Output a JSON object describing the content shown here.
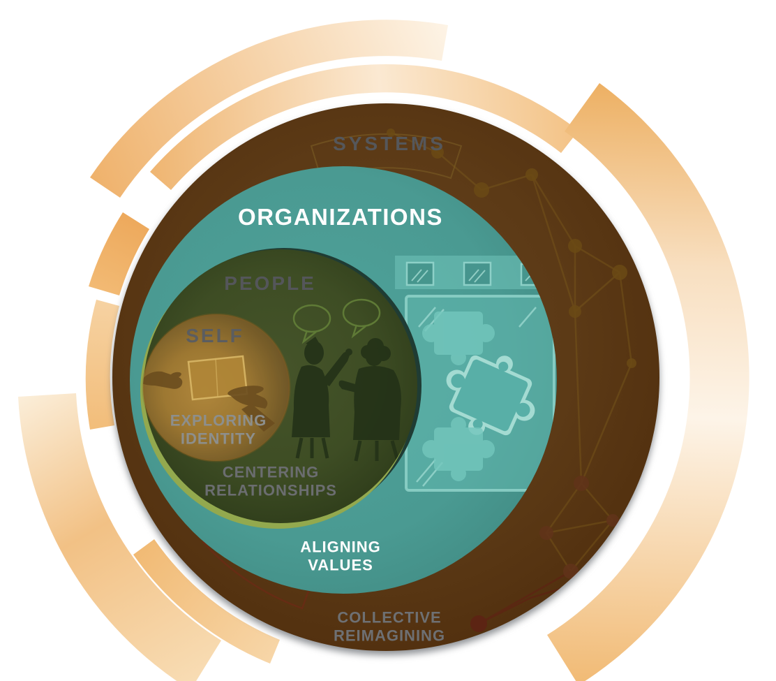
{
  "diagram": {
    "title_labels": {
      "systems": "SYSTEMS",
      "organizations": "ORGANIZATIONS",
      "people": "PEOPLE",
      "self": "SELF"
    },
    "rings": [
      {
        "id": "systems",
        "label": "SYSTEMS",
        "practice": {
          "line1": "COLLECTIVE",
          "line2": "REIMAGINING"
        },
        "fill_color": "#5c3a16",
        "label_color": "#55575b",
        "practice_color": "#6e7073",
        "icon": "network-nodes-icon"
      },
      {
        "id": "organizations",
        "label": "ORGANIZATIONS",
        "practice": {
          "line1": "ALIGNING",
          "line2": "VALUES"
        },
        "fill_color": "#4a9a92",
        "label_color": "#ffffff",
        "practice_color": "#ffffff",
        "icon": "window-puzzle-icon"
      },
      {
        "id": "people",
        "label": "PEOPLE",
        "practice": {
          "line1": "CENTERING",
          "line2": "RELATIONSHIPS"
        },
        "fill_color": "#3e4d24",
        "label_color": "#54565a",
        "practice_color": "#6b6d70",
        "icon": "two-people-conversation-icon"
      },
      {
        "id": "self",
        "label": "SELF",
        "practice": {
          "line1": "EXPLORING",
          "line2": "IDENTITY"
        },
        "fill_color": "#a87c34",
        "label_color": "#5b5d60",
        "practice_color": "#8d8f8d",
        "icon": "hands-holding-paper-icon"
      }
    ],
    "accent_colors": {
      "arc_dark": "#eeb164",
      "arc_light": "#fdf4e7",
      "network_node_brown": "#6b4a15",
      "network_node_red": "#5c2413",
      "puzzle_overlay_teal": "#74c7bd",
      "bubble_outline_green": "#5f7a36",
      "paper_outline_gold": "#d9b766"
    }
  }
}
